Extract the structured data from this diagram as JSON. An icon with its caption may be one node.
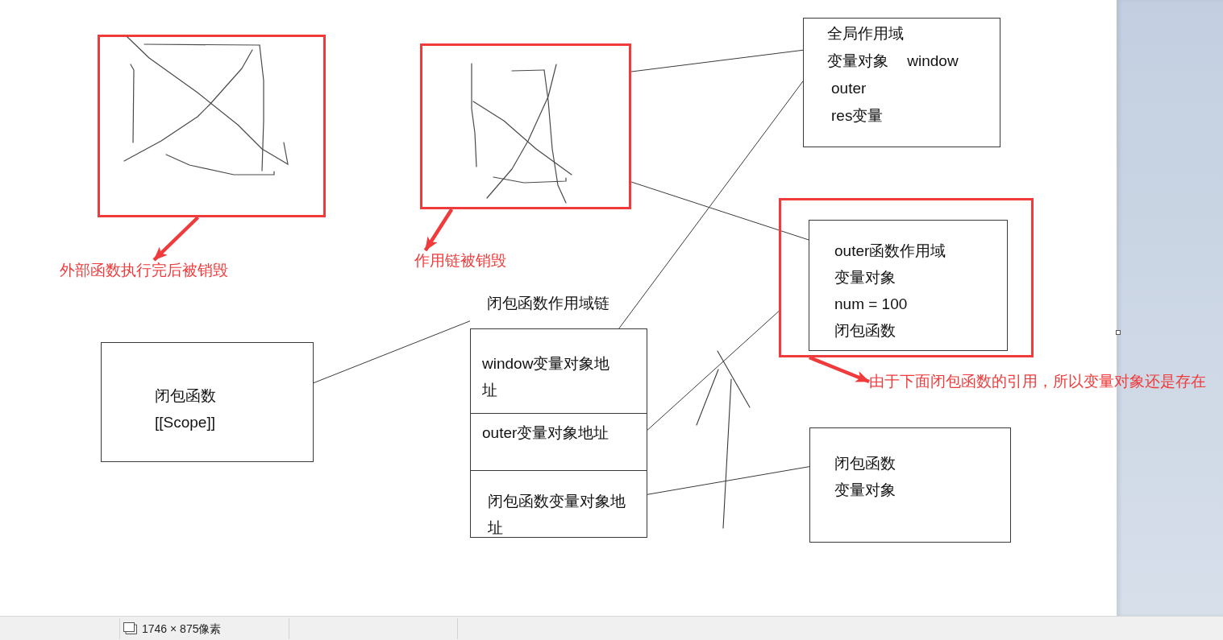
{
  "diagram": {
    "nodes": [
      {
        "text": [],
        "shape": "box"
      },
      {
        "text": [],
        "shape": "box"
      },
      {
        "text": [
          "全局作用域",
          "变量对象 window",
          "outer",
          "res变量"
        ]
      },
      {
        "text": [
          "外部函数执行完后被销毁"
        ]
      },
      {
        "text": [
          "作用链被销毁"
        ]
      },
      {
        "text": [],
        "shape": "box"
      },
      {
        "text": [
          "outer函数作用域",
          "变量对象",
          "num = 100",
          "闭包函数"
        ],
        "in": 5
      },
      {
        "text": [
          "由于下面闭包函数的引用，所以变量对象还是存在"
        ]
      },
      {
        "text": [
          "闭包函数",
          "[[Scope]]"
        ]
      },
      {
        "text": [
          "闭包函数作用域链"
        ]
      },
      {
        "text": [
          "window变量对象地址"
        ],
        "in": 9
      },
      {
        "text": [
          "outer变量对象地址"
        ],
        "in": 9
      },
      {
        "text": [
          "闭包函数变量对象地址"
        ],
        "in": 9
      },
      {
        "text": [
          "闭包函数",
          "变量对象"
        ]
      }
    ],
    "edges": [
      {
        "from": 0,
        "to": 3,
        "arrow": "to",
        "style": "thick",
        "color": "#ef3b3b"
      },
      {
        "from": 1,
        "to": 4,
        "arrow": "to",
        "style": "thick",
        "color": "#ef3b3b"
      },
      {
        "from": 5,
        "to": 7,
        "arrow": "to",
        "style": "thick",
        "color": "#ef3b3b"
      },
      {
        "from": 1,
        "to": 2,
        "arrow": "none"
      },
      {
        "from": 1,
        "to": 6,
        "arrow": "none"
      },
      {
        "from": 8,
        "to": 9,
        "arrow": "none"
      },
      {
        "from": 10,
        "to": 2,
        "arrow": "none"
      },
      {
        "from": 11,
        "to": 5,
        "arrow": "none"
      },
      {
        "from": 12,
        "to": 13,
        "arrow": "none"
      }
    ],
    "labels": [
      "1746 × 875像素"
    ]
  }
}
